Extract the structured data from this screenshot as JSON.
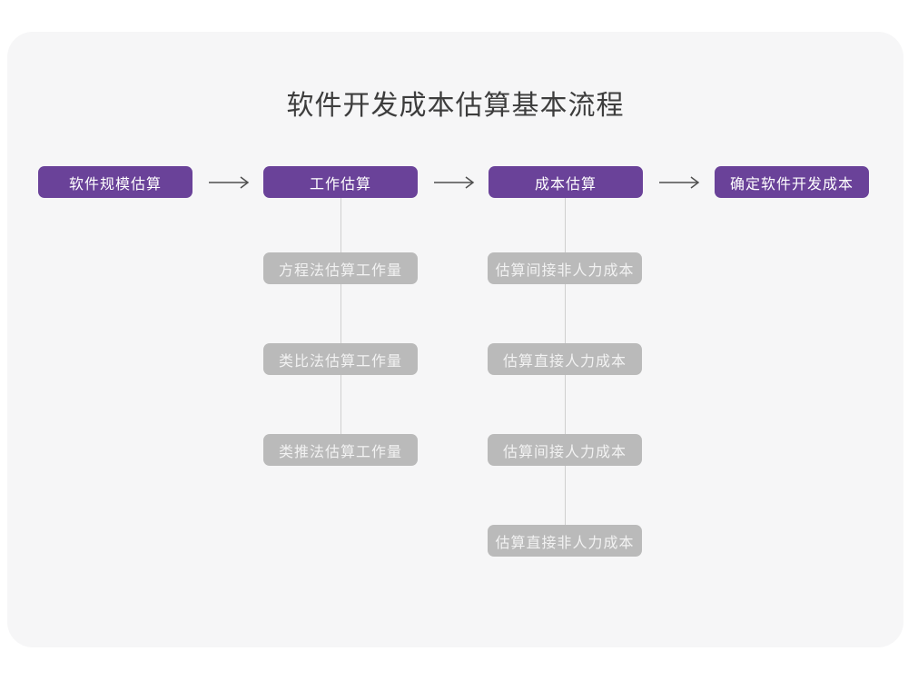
{
  "page": {
    "title": "软件开发成本估算基本流程"
  },
  "flow": {
    "nodes": [
      {
        "label": "软件规模估算"
      },
      {
        "label": "工作估算"
      },
      {
        "label": "成本估算"
      },
      {
        "label": "确定软件开发成本"
      }
    ],
    "work_methods": [
      "方程法估算工作量",
      "类比法估算工作量",
      "类推法估算工作量"
    ],
    "cost_items": [
      "估算间接非人力成本",
      "估算直接人力成本",
      "估算间接人力成本",
      "估算直接非人力成本"
    ]
  },
  "icons": {
    "arrow_right": "→"
  },
  "colors": {
    "accent": "#6a4299",
    "node_gray": "#bababa",
    "line": "#cfcfcf",
    "card_bg": "#f6f6f7",
    "title": "#3d3d3d",
    "arrow": "#4f4f4f"
  }
}
